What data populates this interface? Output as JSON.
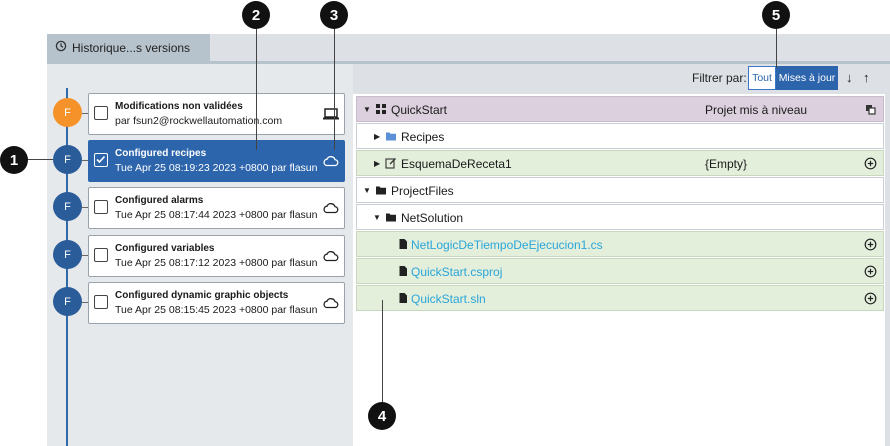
{
  "tab": {
    "title": "Historique...s versions"
  },
  "filter": {
    "label": "Filtrer par:",
    "all": "Tout",
    "updates": "Mises à jour"
  },
  "timeline": {
    "items": [
      {
        "badge": "F",
        "title": "Modifications non validées",
        "subtitle": " par fsun2@rockwellautomation.com",
        "icon": "laptop-icon",
        "color": "#f5922a",
        "selected": false
      },
      {
        "badge": "F",
        "title": "Configured recipes",
        "subtitle": "Tue Apr 25 08:19:23 2023 +0800 par flasun",
        "icon": "cloud-icon",
        "color": "#2a5c99",
        "selected": true
      },
      {
        "badge": "F",
        "title": "Configured alarms",
        "subtitle": "Tue Apr 25 08:17:44 2023 +0800 par flasun",
        "icon": "cloud-icon",
        "color": "#2a5c99",
        "selected": false
      },
      {
        "badge": "F",
        "title": "Configured variables",
        "subtitle": "Tue Apr 25 08:17:12 2023 +0800 par flasun",
        "icon": "cloud-icon",
        "color": "#2a5c99",
        "selected": false
      },
      {
        "badge": "F",
        "title": "Configured dynamic graphic objects",
        "subtitle": "Tue Apr 25 08:15:45 2023 +0800 par flasun",
        "icon": "cloud-icon",
        "color": "#2a5c99",
        "selected": false
      }
    ]
  },
  "tree": {
    "rows": [
      {
        "label": "QuickStart",
        "value": "Projet mis à niveau",
        "icon": "grid-icon",
        "caret": "down",
        "style": "header"
      },
      {
        "label": "Recipes",
        "value": "",
        "icon": "folder-icon",
        "caret": "right",
        "style": "plain"
      },
      {
        "label": "EsquemaDeReceta1",
        "value": "{Empty}",
        "icon": "edit-icon",
        "caret": "right",
        "style": "green"
      },
      {
        "label": "ProjectFiles",
        "value": "",
        "icon": "folder-icon",
        "caret": "down",
        "style": "plain"
      },
      {
        "label": "NetSolution",
        "value": "",
        "icon": "folder-icon",
        "caret": "down",
        "style": "plain"
      },
      {
        "label": "NetLogicDeTiempoDeEjecucion1.cs",
        "value": "",
        "icon": "file-icon",
        "caret": "",
        "style": "green"
      },
      {
        "label": "QuickStart.csproj",
        "value": "",
        "icon": "file-icon",
        "caret": "",
        "style": "green"
      },
      {
        "label": "QuickStart.sln",
        "value": "",
        "icon": "file-icon",
        "caret": "",
        "style": "green"
      }
    ]
  },
  "callouts": [
    "1",
    "2",
    "3",
    "4",
    "5"
  ],
  "colors": {
    "accent": "#2d65ad",
    "orange": "#f5922a",
    "link": "#2aa5d9",
    "header_row": "#dcd0de",
    "changed_row": "#e3efdb"
  }
}
